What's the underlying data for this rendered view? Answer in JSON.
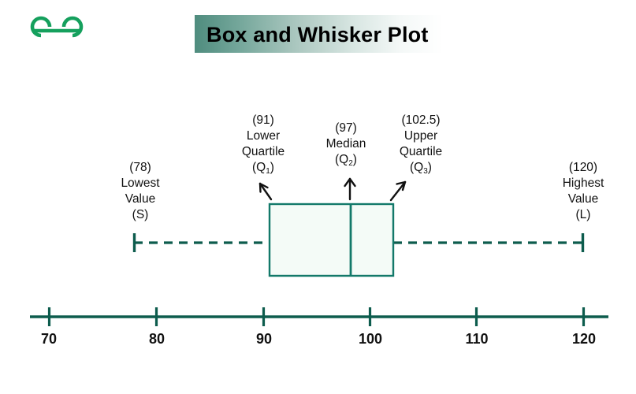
{
  "brand": {
    "logo_icon": "geeksforgeeks-logo-icon",
    "logo_color": "#15a05d"
  },
  "header": {
    "title": "Box and Whisker Plot",
    "banner_gradient_from": "#4f8c7e",
    "banner_gradient_to": "#ffffff"
  },
  "theme": {
    "plot_stroke": "#0d5c4d",
    "box_fill": "#f4fbf7",
    "box_stroke": "#13796a",
    "arrow_color": "#111111",
    "text_color": "#111111"
  },
  "annotations": [
    {
      "name": "lowest-value",
      "value": "(78)",
      "lines": [
        "Lowest",
        "Value",
        "(S)"
      ],
      "symbol": "S",
      "numeric": 78,
      "arrow": "none"
    },
    {
      "name": "lower-quartile",
      "value": "(91)",
      "lines": [
        "Lower",
        "Quartile"
      ],
      "symbol_prefix": "(Q",
      "symbol_sub": "1",
      "symbol_suffix": ")",
      "numeric": 91,
      "arrow": "up-left"
    },
    {
      "name": "median",
      "value": "(97)",
      "lines": [
        "Median"
      ],
      "symbol_prefix": "(Q",
      "symbol_sub": "2",
      "symbol_suffix": ")",
      "numeric": 97,
      "arrow": "up"
    },
    {
      "name": "upper-quartile",
      "value": "(102.5)",
      "lines": [
        "Upper",
        "Quartile"
      ],
      "symbol_prefix": "(Q",
      "symbol_sub": "3",
      "symbol_suffix": ")",
      "numeric": 102.5,
      "arrow": "up-right"
    },
    {
      "name": "highest-value",
      "value": "(120)",
      "lines": [
        "Highest",
        "Value",
        "(L)"
      ],
      "symbol": "L",
      "numeric": 120,
      "arrow": "none"
    }
  ],
  "chart_data": {
    "type": "box",
    "title": "Box and Whisker Plot",
    "xlabel": "",
    "ylabel": "",
    "axis_ticks": [
      70,
      80,
      90,
      100,
      110,
      120
    ],
    "axis_tick_labels": [
      "70",
      "80",
      "90",
      "100",
      "110",
      "120"
    ],
    "xlim": [
      66,
      122
    ],
    "grid": false,
    "legend": "none",
    "series": [
      {
        "name": "dataset",
        "min": 78,
        "q1": 91,
        "median": 97,
        "q3": 102.5,
        "max": 120,
        "min_label": "Lowest Value (S)",
        "q1_label": "Lower Quartile (Q1)",
        "median_label": "Median (Q2)",
        "q3_label": "Upper Quartile (Q3)",
        "max_label": "Highest Value (L)"
      }
    ],
    "whisker_style": "dashed",
    "box_fill": "#f4fbf7",
    "box_stroke": "#13796a"
  }
}
